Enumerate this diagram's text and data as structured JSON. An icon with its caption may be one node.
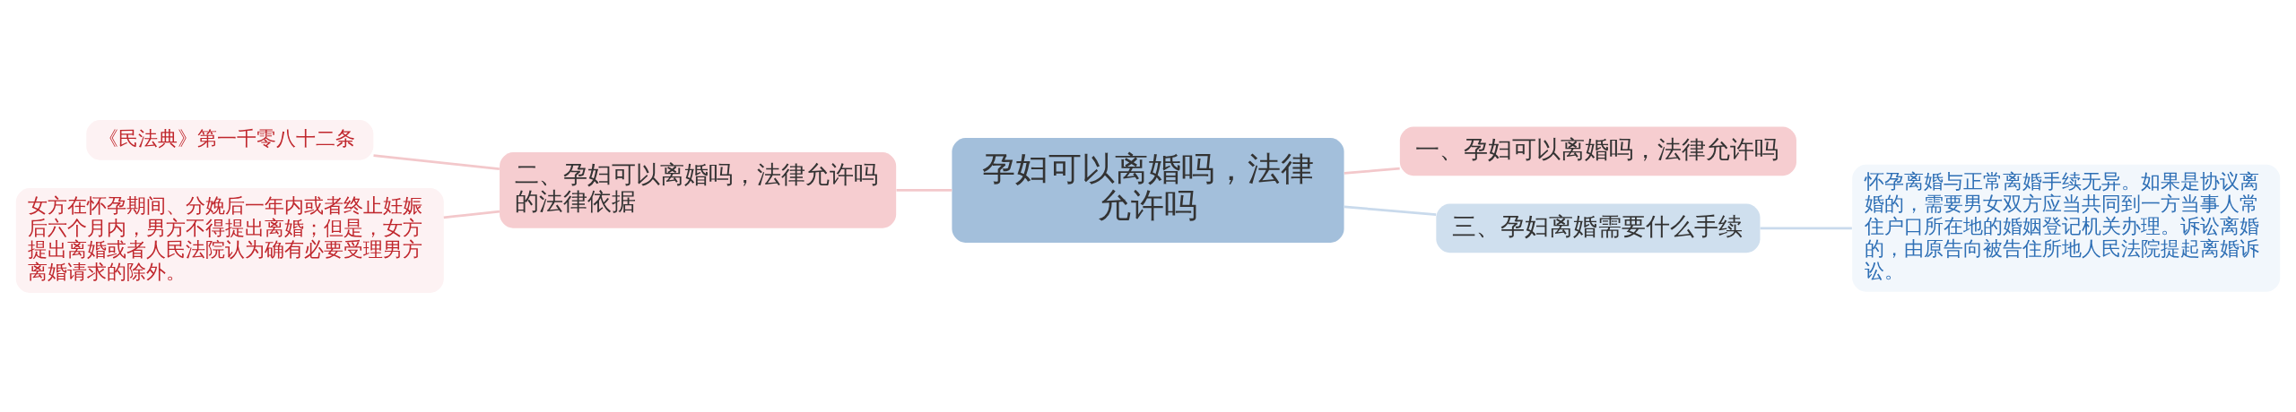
{
  "diagram": {
    "nodes": [
      {
        "text": [
          "孕妇可以离婚吗，法律允许吗"
        ]
      },
      {
        "text": [
          "一、孕妇可以离婚吗，法律允许吗"
        ]
      },
      {
        "text": [
          "二、孕妇可以离婚吗，法律允许吗的法律依据"
        ]
      },
      {
        "text": [
          "《民法典》第一千零八十二条"
        ]
      },
      {
        "text": [
          "女方在怀孕期间、分娩后一年内或者终止妊娠后六个月内，男方不得提出离婚；但是，女方提出离婚或者人民法院认为确有必要受理男方离婚请求的除外。"
        ]
      },
      {
        "text": [
          "三、孕妇离婚需要什么手续"
        ]
      },
      {
        "text": [
          "怀孕离婚与正常离婚手续无异。如果是协议离婚的，需要男女双方应当共同到一方当事人常住户口所在地的婚姻登记机关办理。诉讼离婚的，由原告向被告住所地人民法院提起离婚诉讼。"
        ]
      }
    ],
    "edges": [
      {
        "from": 0,
        "to": 1,
        "arrow": "none"
      },
      {
        "from": 0,
        "to": 2,
        "arrow": "none"
      },
      {
        "from": 2,
        "to": 3,
        "arrow": "none"
      },
      {
        "from": 2,
        "to": 4,
        "arrow": "none"
      },
      {
        "from": 0,
        "to": 5,
        "arrow": "none",
        "color": "#c9daec"
      },
      {
        "from": 5,
        "to": 6,
        "arrow": "none",
        "color": "#c9daec"
      }
    ]
  }
}
